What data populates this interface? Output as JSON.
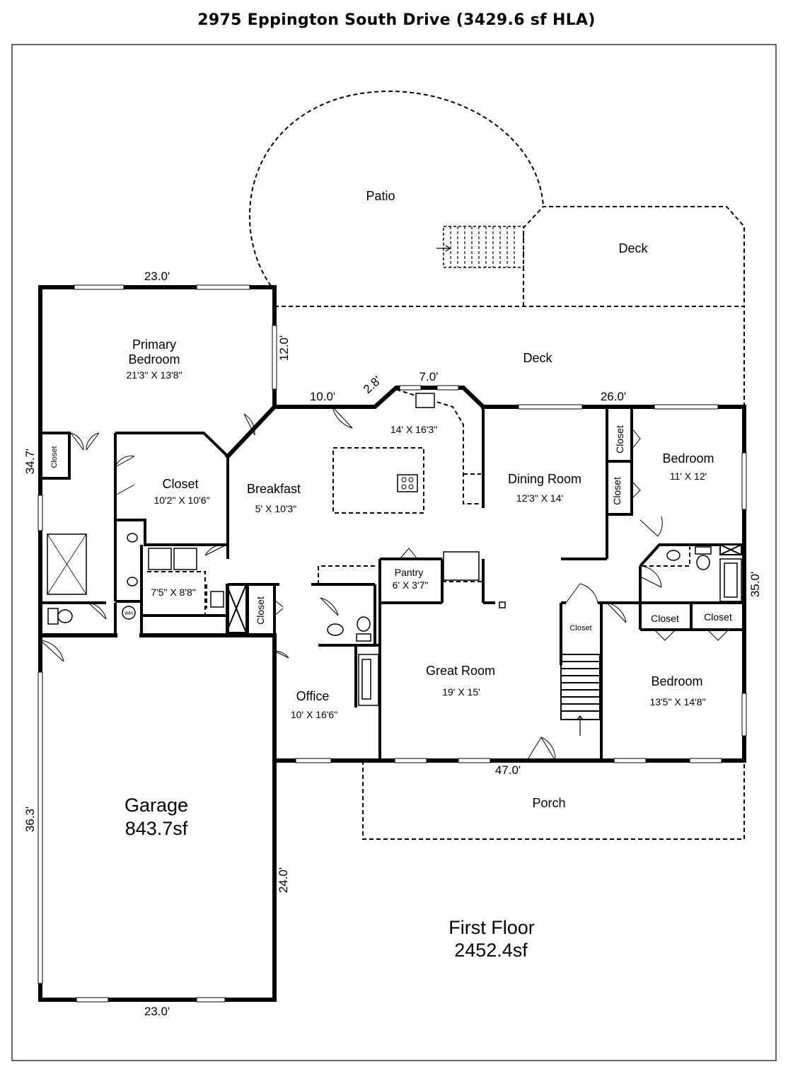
{
  "title": "2975 Eppington South Drive (3429.6 sf HLA)",
  "outdoor": {
    "patio": "Patio",
    "deck_upper": "Deck",
    "deck_main": "Deck",
    "porch": "Porch"
  },
  "rooms": {
    "primary_bedroom": {
      "name_line1": "Primary",
      "name_line2": "Bedroom",
      "size": "21'3\" X 13'8\""
    },
    "primary_closet": {
      "name": "Closet",
      "size": "10'2\" X 10'6\""
    },
    "breakfast": {
      "name": "Breakfast",
      "size": "5' X 10'3\""
    },
    "kitchen": {
      "size": "14' X 16'3\""
    },
    "dining_room": {
      "name": "Dining Room",
      "size": "12'3\" X 14'"
    },
    "bedroom_2": {
      "name": "Bedroom",
      "size": "11' X 12'"
    },
    "laundry": {
      "size": "7'5\" X 8'8\""
    },
    "pantry": {
      "name": "Pantry",
      "size": "6' X 3'7\""
    },
    "great_room": {
      "name": "Great Room",
      "size": "19' X 15'"
    },
    "office": {
      "name": "Office",
      "size": "10' X 16'6\""
    },
    "bedroom_3": {
      "name": "Bedroom",
      "size": "13'5\" X 14'8\""
    },
    "garage": {
      "name": "Garage",
      "area": "843.7sf"
    },
    "closets": {
      "master_bath_closet": "Closet",
      "hall_closet": "Closet",
      "bedroom2_closet_a": "Closet",
      "bedroom2_closet_b": "Closet",
      "stair_closet": "Closet",
      "bedroom3_closet_a": "Closet",
      "bedroom3_closet_b": "Closet"
    },
    "water_heater": "WH"
  },
  "dimensions": {
    "top_primary": "23.0'",
    "primary_side": "12.0'",
    "left_side": "34.7'",
    "kitchen_wall_a": "10.0'",
    "kitchen_wall_b": "2.8'",
    "kitchen_wall_c": "7.0'",
    "right_top": "26.0'",
    "right_side": "35.0'",
    "front": "47.0'",
    "garage_left": "36.3'",
    "garage_right": "24.0'",
    "garage_bottom": "23.0'"
  },
  "floor": {
    "name": "First Floor",
    "area": "2452.4sf"
  }
}
